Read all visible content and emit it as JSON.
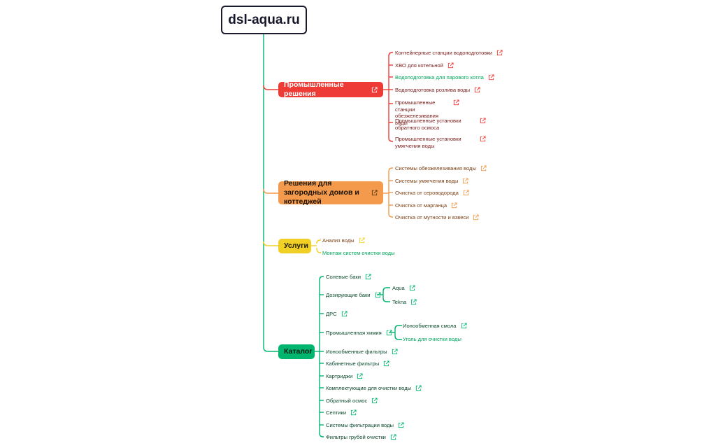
{
  "root": {
    "title": "dsl-aqua.ru"
  },
  "colors": {
    "root_line": "#00b66e",
    "industrial": "#ef3b36",
    "home": "#f39a4c",
    "services": "#f1d026",
    "catalog": "#00b66e",
    "industrial_text": "#7a1a18",
    "home_text": "#7a3d10",
    "catalog_text": "#0b4a2d",
    "link_text": "#00a65a"
  },
  "branches": [
    {
      "label": "Промышленные решения",
      "items": [
        {
          "label": "Контейнерные станции водоподготовки"
        },
        {
          "label": "ХВО для котельной"
        },
        {
          "label": "Водоподготовка для парового котла"
        },
        {
          "label": "Водоподготовка розлива воды"
        },
        {
          "label": "Промышленные станции обезжелезивания воды"
        },
        {
          "label": "Промышленные установки обратного осмоса"
        },
        {
          "label": "Промышленные установки умягчения воды"
        }
      ]
    },
    {
      "label": "Решения для загородных домов и коттеджей",
      "items": [
        {
          "label": "Системы обезжелезивания воды"
        },
        {
          "label": "Системы умягчения воды"
        },
        {
          "label": "Очистка от сероводорода"
        },
        {
          "label": "Очистка от марганца"
        },
        {
          "label": "Очистка от мутности и взвеси"
        }
      ]
    },
    {
      "label": "Услуги",
      "items": [
        {
          "label": "Анализ воды"
        },
        {
          "label": "Монтаж систем очистки воды"
        }
      ]
    },
    {
      "label": "Каталог",
      "items": [
        {
          "label": "Солевые баки"
        },
        {
          "label": "Дозирующие баки",
          "children": [
            {
              "label": "Aqua"
            },
            {
              "label": "Tekna"
            }
          ]
        },
        {
          "label": "ДРС"
        },
        {
          "label": "Промышленная химия",
          "children": [
            {
              "label": "Ионообменная смола"
            },
            {
              "label": "Уголь для очистки воды"
            }
          ]
        },
        {
          "label": "Ионообменные фильтры"
        },
        {
          "label": "Кабинетные фильтры"
        },
        {
          "label": "Картриджи"
        },
        {
          "label": "Комплектующие для очистки воды"
        },
        {
          "label": "Обратный осмос"
        },
        {
          "label": "Септики"
        },
        {
          "label": "Системы фильтрации воды"
        },
        {
          "label": "Фильтры грубой очистки"
        }
      ]
    }
  ]
}
